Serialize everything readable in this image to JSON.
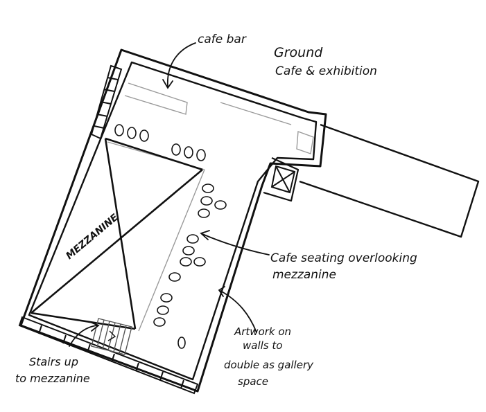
{
  "diagram": {
    "title": {
      "line1": "Ground",
      "line2": "Cafe & exhibition"
    },
    "labels": {
      "cafe_bar": "cafe bar",
      "mezzanine": "MEZZANINE",
      "cafe_seating_line1": "Cafe seating overlooking",
      "cafe_seating_line2": "mezzanine",
      "artwork_line1": "Artwork on",
      "artwork_line2": "walls to",
      "artwork_line3": "double as gallery",
      "artwork_line4": "space",
      "stairs_line1": "Stairs up",
      "stairs_line2": "to mezzanine"
    },
    "colors": {
      "ink": "#111111",
      "pencil": "#9a9a9a",
      "paper": "#ffffff"
    }
  }
}
